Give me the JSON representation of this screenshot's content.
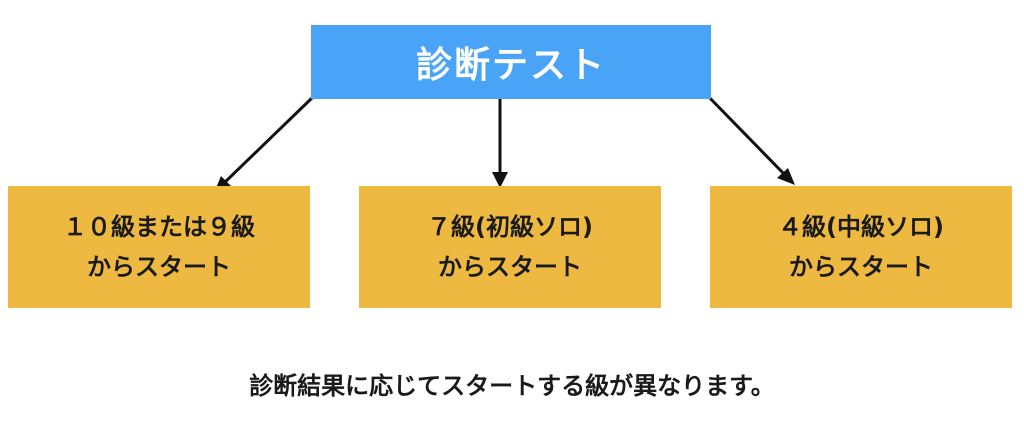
{
  "diagram": {
    "top_node": {
      "label": "診断テスト"
    },
    "branches": [
      {
        "line1": "１０級または９級",
        "line2": "からスタート"
      },
      {
        "line1": "７級(初級ソロ)",
        "line2": "からスタート"
      },
      {
        "line1": "４級(中級ソロ)",
        "line2": "からスタート"
      }
    ],
    "caption": "診断結果に応じてスタートする級が異なります。",
    "colors": {
      "top_node": "#49a4f7",
      "branch_node": "#eeb940",
      "arrow": "#111111",
      "text": "#1a1a1a"
    }
  }
}
